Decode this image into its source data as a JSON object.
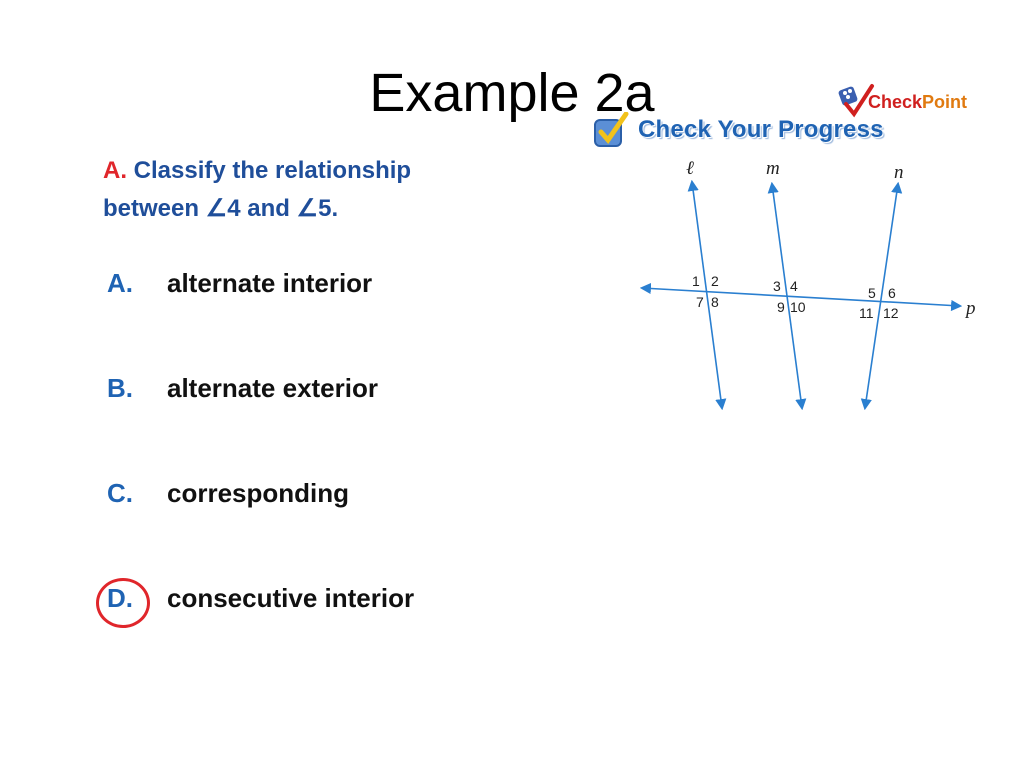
{
  "slide": {
    "title": "Example 2a"
  },
  "logos": {
    "checkpoint_word_1": "Check",
    "checkpoint_word_2": "Point",
    "progress_label": "Check Your Progress"
  },
  "question": {
    "letter": "A.",
    "text_1": "Classify the relationship",
    "text_2": "between ",
    "angle_a": "4",
    "text_3": " and ",
    "angle_b": "5."
  },
  "options": [
    {
      "letter": "A.",
      "text": "alternate interior"
    },
    {
      "letter": "B.",
      "text": "alternate exterior"
    },
    {
      "letter": "C.",
      "text": "corresponding"
    },
    {
      "letter": "D.",
      "text": "consecutive interior"
    }
  ],
  "answer": "D.",
  "diagram": {
    "lines": {
      "l": "ℓ",
      "m": "m",
      "n": "n",
      "p": "p"
    },
    "angles": [
      "1",
      "2",
      "7",
      "8",
      "3",
      "4",
      "9",
      "10",
      "5",
      "6",
      "11",
      "12"
    ]
  },
  "colors": {
    "accent_blue": "#1f63b3",
    "question_blue": "#1f4e9a",
    "red": "#e0262b",
    "line_blue": "#2a7fd0"
  }
}
